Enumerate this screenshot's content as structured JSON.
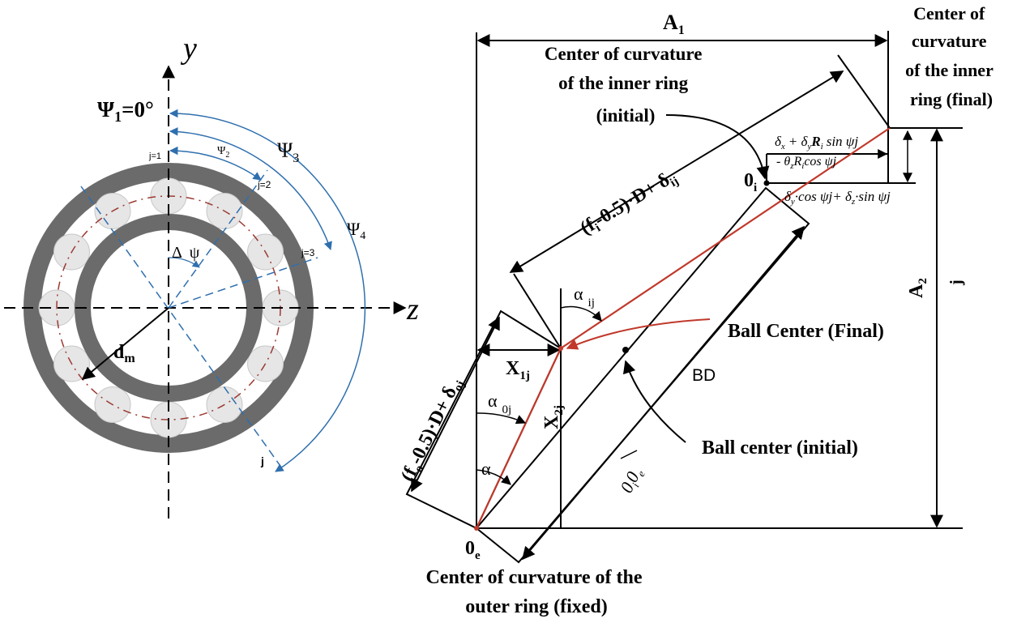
{
  "colors": {
    "ring": "#6b6b6b",
    "ball": "#e6e6e6",
    "blue": "#2f6fae",
    "red": "#c0392b",
    "black": "#000000",
    "dash_red": "#9b3a32"
  },
  "left": {
    "axis_y": "y",
    "axis_z": "z",
    "psi1_main": "Ψ",
    "psi1_sub": "1",
    "psi1_val": "=0°",
    "psi2_main": "Ψ",
    "psi2_sub": "2",
    "psi3_main": "Ψ",
    "psi3_sub": "3",
    "psi4_main": "Ψ",
    "psi4_sub": "4",
    "j1": "j=1",
    "j2": "j=2",
    "j3": "j=3",
    "j_end": "j",
    "delta_psi": "Δ  ψ",
    "dm_main": "d",
    "dm_sub": "m"
  },
  "right": {
    "A1_main": "A",
    "A1_sub": "1",
    "A2_main": "A",
    "A2_sub": "2",
    "j_right": "j",
    "cc_final_1": "Center of",
    "cc_final_2": "curvature",
    "cc_final_3": "of the inner",
    "cc_final_4": "ring (final)",
    "cc_init_1": "Center of curvature",
    "cc_init_2": "of the inner ring",
    "cc_init_3": "(initial)",
    "eq_top_1": "δ",
    "eq_top_1s": "x",
    "eq_top_2": "+ δ",
    "eq_top_2s": "y",
    "eq_top_3": "R",
    "eq_top_3s": "i",
    "eq_top_4": "sin ψj",
    "eq_mid_1": "- θ",
    "eq_mid_1s": "z",
    "eq_mid_2": "R",
    "eq_mid_2s": "i",
    "eq_mid_3": "cos ψj",
    "eq_bot_1": "δ",
    "eq_bot_1s": "y",
    "eq_bot_2": "·cos ψj+  δ",
    "eq_bot_2s": "z",
    "eq_bot_3": "·sin ψj",
    "oi_main": "0",
    "oi_sub": "i",
    "fi_label_a": "(f",
    "fi_label_as": "i",
    "fi_label_b": "-0.5)·D+ δ",
    "fi_label_bs": "ij",
    "fo_label_a": "(f",
    "fo_label_as": "o",
    "fo_label_b": "-0.5)·D+ δ",
    "fo_label_bs": "oj",
    "alpha_ij_main": "α",
    "alpha_ij_sub": "ij",
    "alpha_0j_main": "α",
    "alpha_0j_sub": "0j",
    "alpha": "α",
    "x1_main": "X",
    "x1_sub": "1j",
    "x2_main": "X",
    "x2_sub": "2j",
    "ball_final": "Ball Center (Final)",
    "bd": "BD",
    "ball_initial": "Ball center (initial)",
    "oioe_a": "0",
    "oioe_as": "i",
    "oioe_b": "0",
    "oioe_bs": "e",
    "oe_main": "0",
    "oe_sub": "e",
    "outer_1": "Center of curvature of the",
    "outer_2": "outer ring (fixed)"
  }
}
